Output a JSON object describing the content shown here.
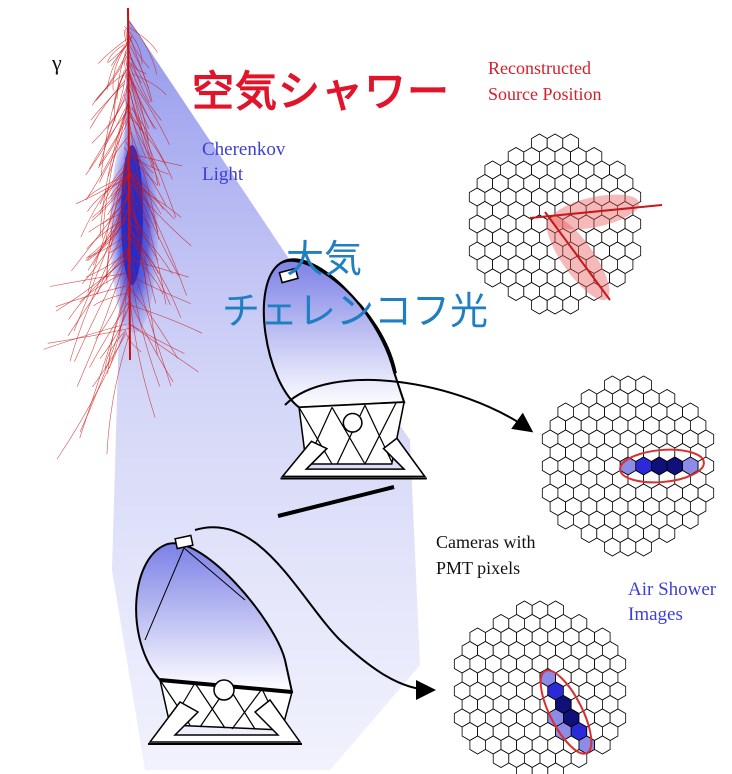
{
  "labels": {
    "gamma": "γ",
    "air_shower_jp": "空気シャワー",
    "reconstructed_line1": "Reconstructed",
    "reconstructed_line2": "Source Position",
    "cherenkov_line1": "Cherenkov",
    "cherenkov_line2": "Light",
    "atmospheric_jp_line1": "大気",
    "atmospheric_jp_line2": "チェレンコフ光",
    "cameras_line1": "Cameras with",
    "cameras_line2": "PMT pixels",
    "images_line1": "Air Shower",
    "images_line2": "Images"
  },
  "colors": {
    "shower_red": "#cc1111",
    "cherenkov_blue": "#3d3fd6",
    "jp_red": "#e0142a",
    "jp_blue": "#1f7fc0",
    "ellipse_red": "#d83030",
    "pixel_dark": "#10107a",
    "pixel_mid": "#2a2ad8",
    "pixel_light": "#8c8ce8"
  }
}
